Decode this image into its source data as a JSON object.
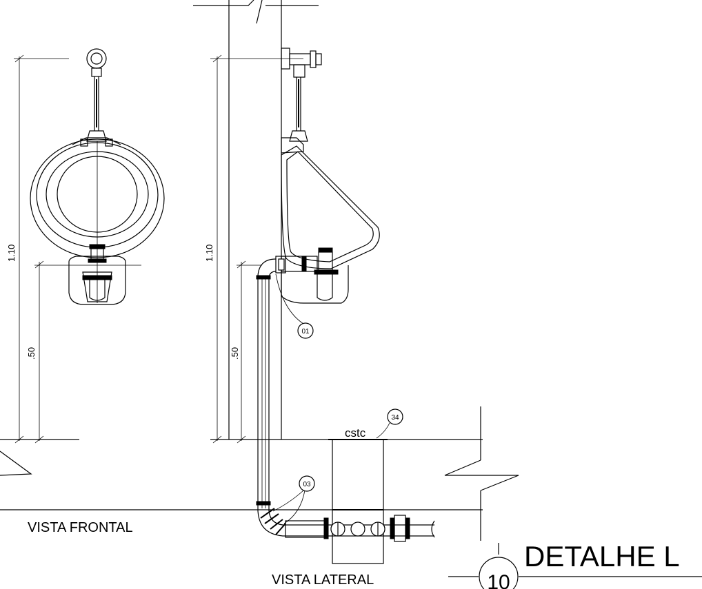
{
  "dimensions": {
    "front_total": "1.10",
    "front_lower": ".50",
    "side_total": "1.10",
    "side_lower": ".50"
  },
  "tags": {
    "tag_01": "01",
    "tag_03": "03",
    "tag_34": "34",
    "cstc": "cstc"
  },
  "labels": {
    "vista_frontal": "VISTA FRONTAL",
    "vista_lateral": "VISTA LATERAL",
    "detail_title": "DETALHE L",
    "detail_number": "10"
  }
}
